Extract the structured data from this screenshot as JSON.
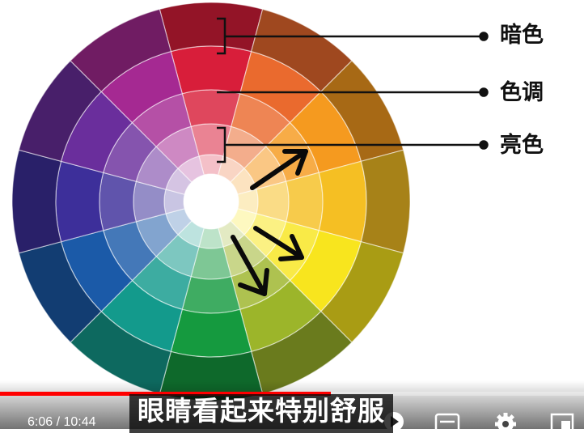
{
  "labels": {
    "dark": "暗色",
    "hue": "色调",
    "light": "亮色"
  },
  "player": {
    "time_display": "6:06 / 10:44",
    "progress_fraction": 0.566,
    "subtitle": "眼睛看起来特别舒服"
  },
  "colors": {
    "progress": "#ff0000",
    "wheel_hues": [
      "#d81e3a",
      "#ea6a2e",
      "#f59a1f",
      "#f5bf23",
      "#f8e51e",
      "#9cb52a",
      "#159a3f",
      "#139a8c",
      "#1b5aa8",
      "#3d2f9a",
      "#6a2e9c",
      "#a52992"
    ]
  },
  "icons": [
    "next-video-icon",
    "subtitles-icon",
    "settings-icon",
    "miniplayer-icon"
  ]
}
